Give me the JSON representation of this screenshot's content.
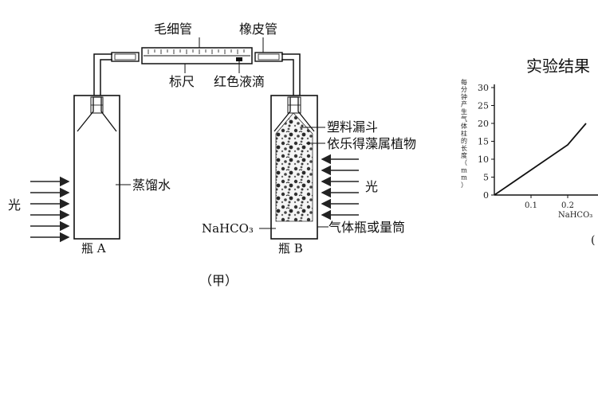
{
  "apparatus": {
    "capillary_tube": "毛细管",
    "rubber_tube": "橡皮管",
    "ruler": "标尺",
    "red_droplet": "红色液滴",
    "distilled_water": "蒸馏水",
    "light_left": "光",
    "light_right": "光",
    "plastic_funnel": "塑料漏斗",
    "elodea_plant": "依乐得藻属植物",
    "nahco3": "NaHCO₃",
    "gas_jar": "气体瓶或量筒",
    "bottle_a": "瓶 A",
    "bottle_b": "瓶 B",
    "panel_label": "（甲）"
  },
  "result_chart": {
    "title": "实验结果",
    "y_axis_label": "每分钟产生气体柱的长度（mm）",
    "x_axis_label": "NaHCO₃",
    "panel_label_fragment": "(",
    "chart_data": {
      "type": "line",
      "title": "实验结果",
      "ylabel": "每分钟产生气体柱的长度（mm）",
      "xlabel": "NaHCO₃",
      "ylim": [
        0,
        30
      ],
      "yticks": [
        "0",
        "5",
        "10",
        "15",
        "20",
        "25",
        "30"
      ],
      "xticks": [
        "0.1",
        "0.2"
      ],
      "series": [
        {
          "x": [
            0.0,
            0.1,
            0.2,
            0.25
          ],
          "y": [
            0,
            7,
            14,
            20
          ]
        }
      ]
    }
  }
}
